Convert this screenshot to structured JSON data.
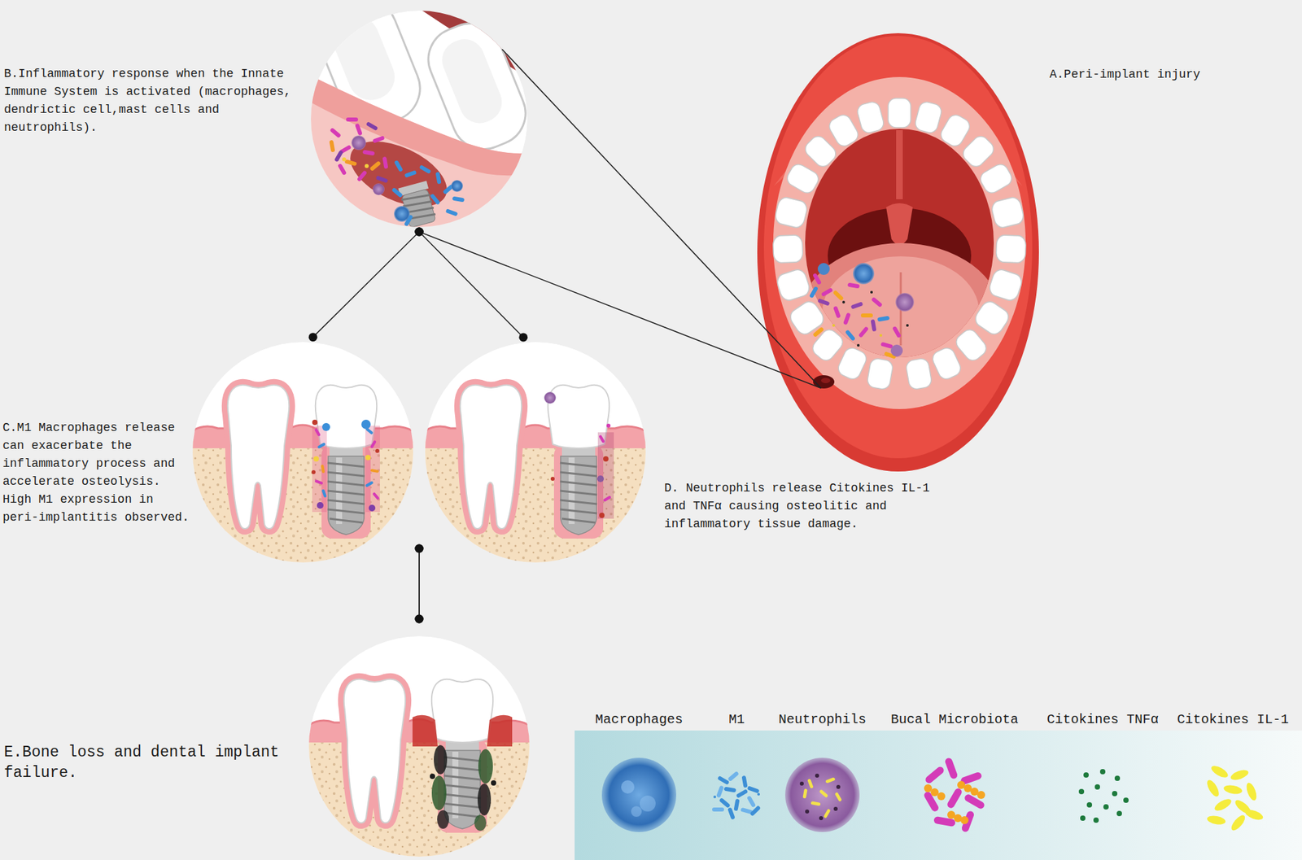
{
  "diagram": {
    "nodes": [
      {
        "text": [
          "A.Peri-implant injury"
        ]
      },
      {
        "text": [
          "B.Inflammatory response when the Innate Immune System is activated (macrophages, dendrictic cell,mast cells and neutrophils)."
        ]
      },
      {
        "text": [
          "C.M1 Macrophages release can exacerbate the inflammatory process and accelerate osteolysis. High M1 expression in peri-implantitis observed."
        ]
      },
      {
        "text": [
          "D. Neutrophils release Citokines IL-1 and TNFα causing osteolitic and inflammatory tissue damage."
        ]
      },
      {
        "text": [
          "E.Bone loss and dental implant failure."
        ]
      }
    ],
    "edges": [
      {
        "from": 0,
        "to": 1,
        "arrow": "none"
      },
      {
        "from": 1,
        "to": 2,
        "arrow": "none"
      },
      {
        "from": 1,
        "to": 3,
        "arrow": "none"
      },
      {
        "from": 2,
        "to": 4,
        "arrow": "none"
      },
      {
        "from": 3,
        "to": 4,
        "arrow": "none"
      }
    ],
    "legend": [
      {
        "text": "Macrophages"
      },
      {
        "text": "M1"
      },
      {
        "text": "Neutrophils"
      },
      {
        "text": "Bucal Microbiota"
      },
      {
        "text": "Citokines TNFα"
      },
      {
        "text": "Citokines IL-1"
      }
    ]
  }
}
